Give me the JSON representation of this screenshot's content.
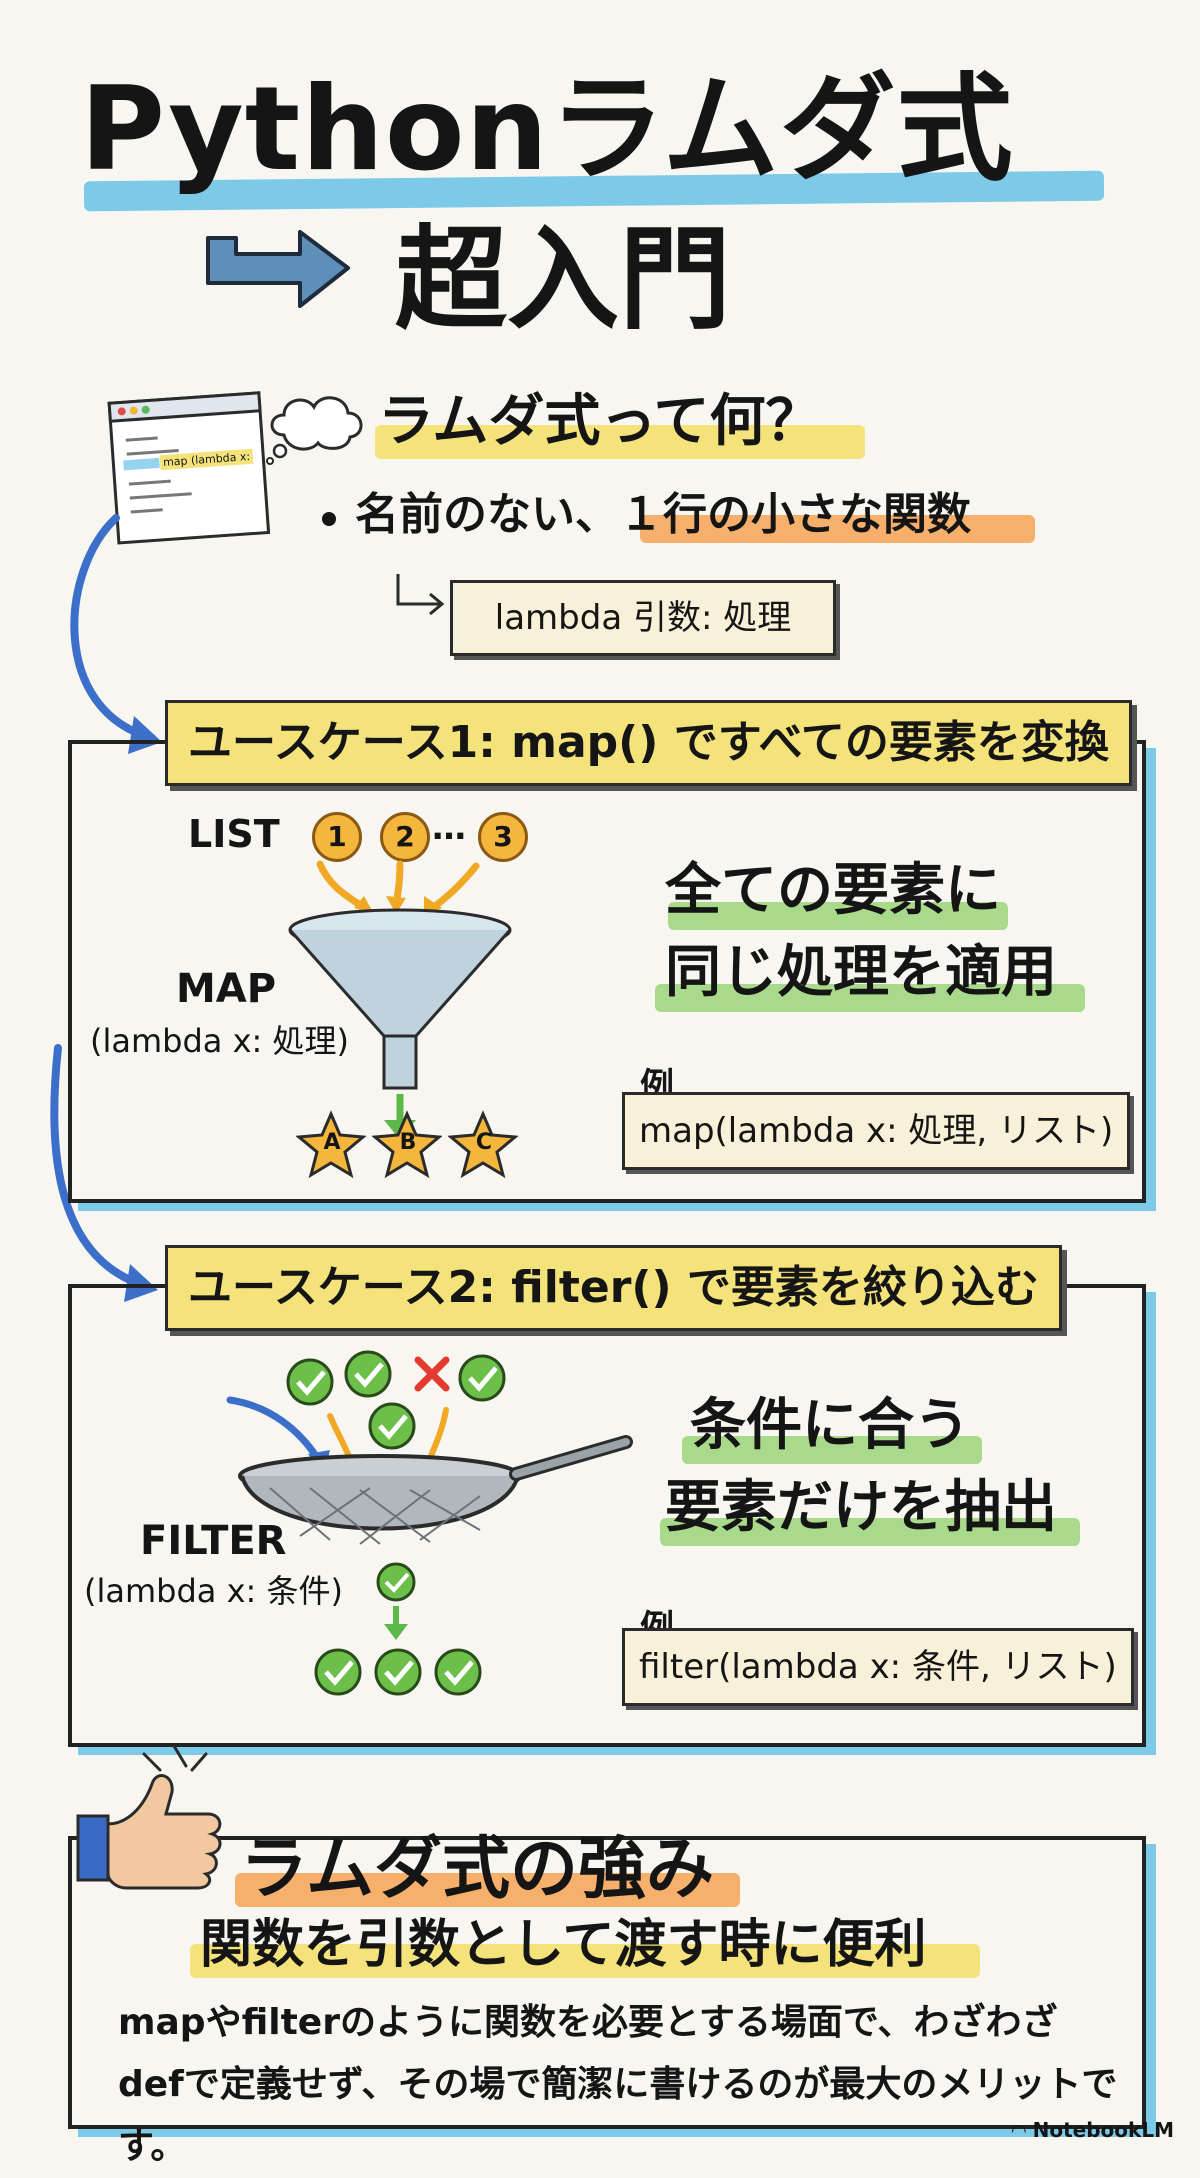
{
  "header": {
    "title": "Pythonラムダ式",
    "subtitle": "超入門"
  },
  "intro": {
    "question": "ラムダ式って何？",
    "bullet": "名前のない、１行の小さな関数",
    "syntax": "lambda 引数: 処理",
    "code_snippet": "map (lambda x:"
  },
  "usecase1": {
    "label": "ユースケース1: map() ですべての要素を変換",
    "list_label": "LIST",
    "items": [
      "1",
      "2",
      "3"
    ],
    "ellipsis": "…",
    "map_label": "MAP",
    "map_sub": "(lambda x: 処理)",
    "outputs": [
      "A",
      "B",
      "C"
    ],
    "headline_1": "全ての要素に",
    "headline_2": "同じ処理を適用",
    "example_label": "例",
    "example_code": "map(lambda x: 処理, リスト)"
  },
  "usecase2": {
    "label": "ユースケース2: filter() で要素を絞り込む",
    "filter_label": "FILTER",
    "filter_sub": "(lambda x: 条件)",
    "headline_1": "条件に合う",
    "headline_2": "要素だけを抽出",
    "example_label": "例",
    "example_code": "filter(lambda x: 条件, リスト)"
  },
  "strength": {
    "title": "ラムダ式の強み",
    "benefit": "関数を引数として渡す時に便利",
    "description": "mapやfilterのように関数を必要とする場面で、わざわざdefで定義せず、その場で簡潔に書けるのが最大のメリットです。"
  },
  "footer": {
    "brand": "NotebookLM"
  },
  "colors": {
    "blue": "#7cc9e8",
    "yellow": "#f4e27a",
    "orange": "#f6b06b",
    "green": "#a9d98a",
    "check_green": "#6cc04a",
    "cross_red": "#e53b2f",
    "star": "#f4b63c"
  }
}
